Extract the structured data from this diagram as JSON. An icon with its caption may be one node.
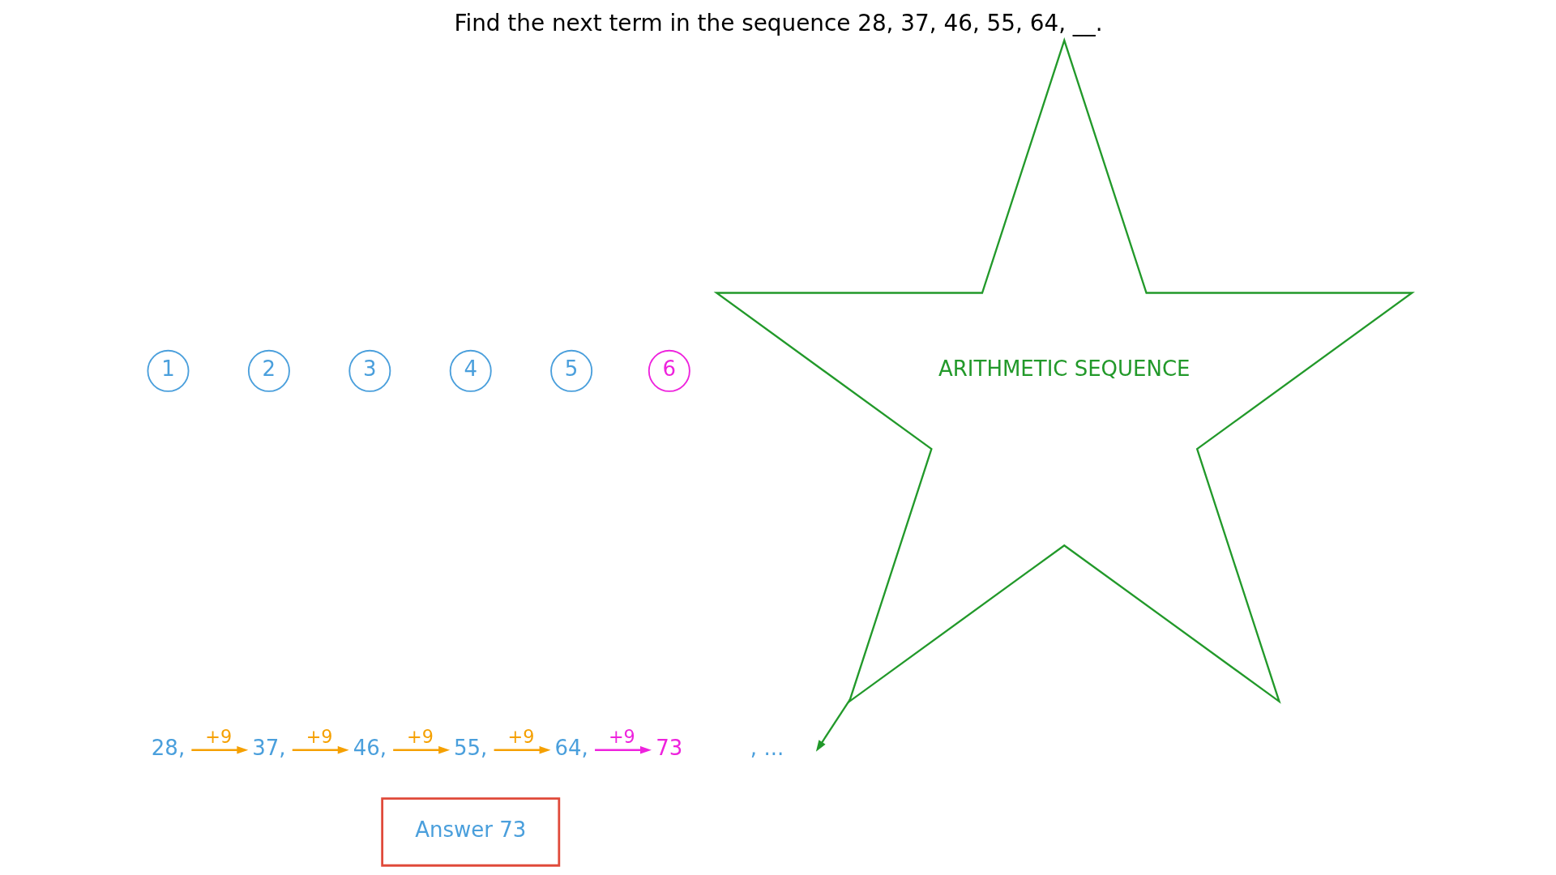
{
  "diagram": {
    "title": "Find the next term in the sequence 28, 37, 46, 55, 64, __.",
    "nodes": [
      {
        "text": [
          "1"
        ]
      },
      {
        "text": [
          "2"
        ]
      },
      {
        "text": [
          "3"
        ]
      },
      {
        "text": [
          "4"
        ]
      },
      {
        "text": [
          "5"
        ]
      },
      {
        "text": [
          "6"
        ]
      },
      {
        "text": [
          "28,"
        ]
      },
      {
        "text": [
          "37,"
        ]
      },
      {
        "text": [
          "46,"
        ]
      },
      {
        "text": [
          "55,"
        ]
      },
      {
        "text": [
          "64,"
        ]
      },
      {
        "text": [
          "73"
        ]
      },
      {
        "text": [
          "ARITHMETIC SEQUENCE"
        ]
      },
      {
        "text": [
          "Answer 73"
        ]
      }
    ],
    "edges": [
      {
        "from": 6,
        "to": 7,
        "arrow": "to",
        "label": "+9"
      },
      {
        "from": 7,
        "to": 8,
        "arrow": "to",
        "label": "+9"
      },
      {
        "from": 8,
        "to": 9,
        "arrow": "to",
        "label": "+9"
      },
      {
        "from": 9,
        "to": 10,
        "arrow": "to",
        "label": "+9"
      },
      {
        "from": 10,
        "to": 11,
        "arrow": "to",
        "label": "+9",
        "color": "#ee22dd"
      },
      {
        "from": 12,
        "to": null,
        "arrow": "to",
        "color": "#22992a"
      }
    ],
    "labels": [
      ", ..."
    ]
  }
}
